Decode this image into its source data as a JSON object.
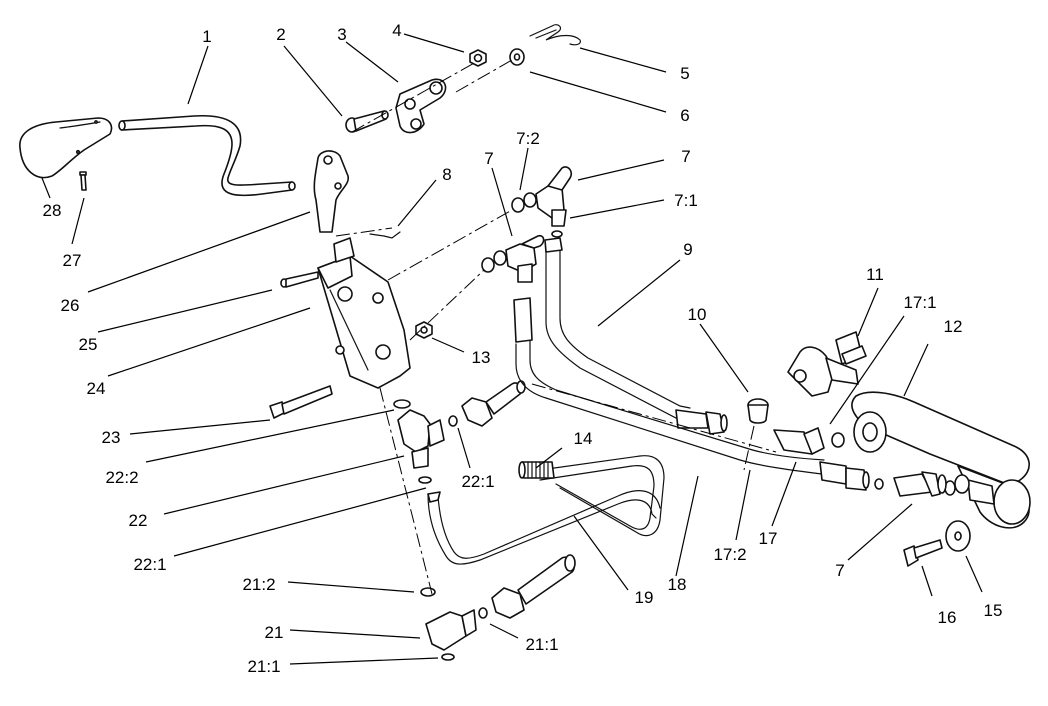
{
  "labels": {
    "p1": "1",
    "p2": "2",
    "p3": "3",
    "p4": "4",
    "p5": "5",
    "p6": "6",
    "p7_top": "7",
    "p7_2": "7:2",
    "p7_mid": "7",
    "p7_1": "7:1",
    "p8": "8",
    "p9": "9",
    "p10": "10",
    "p11": "11",
    "p12": "12",
    "p13": "13",
    "p14": "14",
    "p15": "15",
    "p16": "16",
    "p7_bottom": "7",
    "p17": "17",
    "p17_1": "17:1",
    "p17_2": "17:2",
    "p18": "18",
    "p19": "19",
    "p21": "21",
    "p21_1_right": "21:1",
    "p21_1_bottom": "21:1",
    "p21_2": "21:2",
    "p22": "22",
    "p22_1_right": "22:1",
    "p22_1_left": "22:1",
    "p22_2": "22:2",
    "p23": "23",
    "p24": "24",
    "p25": "25",
    "p26": "26",
    "p27": "27",
    "p28": "28"
  },
  "colors": {
    "line": "#111111",
    "background": "#ffffff"
  }
}
